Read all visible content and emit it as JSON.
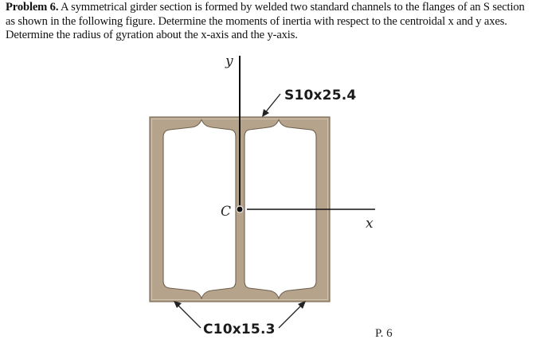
{
  "problem": {
    "number_label": "Problem 6.",
    "statement": "A symmetrical girder section is formed by welded two standard channels to the flanges of an S section as shown in the following figure.  Determine the moments of inertia with respect to the centroidal x and y axes. Determine the radius of gyration about the x-axis and the y-axis."
  },
  "figure": {
    "y_axis_label": "y",
    "x_axis_label": "x",
    "centroid_label": "C",
    "s_section_label": "S10x25.4",
    "channel_label": "C10x15.3",
    "figure_number": "P. 6",
    "colors": {
      "steel_fill": "#b6a38c",
      "steel_edge": "#7a6a56",
      "axis_line": "#111111"
    }
  }
}
